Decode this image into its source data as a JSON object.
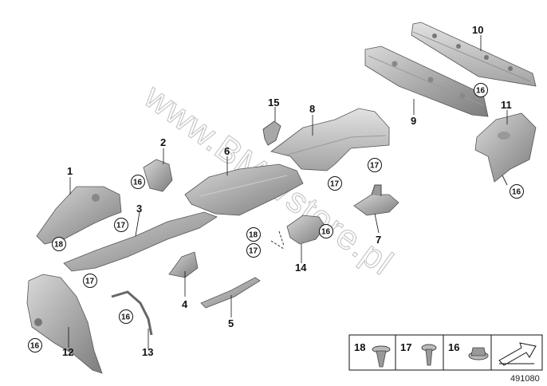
{
  "callouts": [
    "1",
    "2",
    "3",
    "4",
    "5",
    "6",
    "7",
    "8",
    "9",
    "10",
    "11",
    "12",
    "13",
    "14",
    "15"
  ],
  "circled": [
    "16",
    "17",
    "18"
  ],
  "legend": [
    {
      "label": "18",
      "icon": "push-clip-icon"
    },
    {
      "label": "17",
      "icon": "expanding-rivet-icon"
    },
    {
      "label": "16",
      "icon": "flange-nut-icon"
    },
    {
      "label": "",
      "icon": "front-direction-arrow-icon"
    }
  ],
  "watermark": "www.BMWstore.pl",
  "catalog_number": "491080"
}
